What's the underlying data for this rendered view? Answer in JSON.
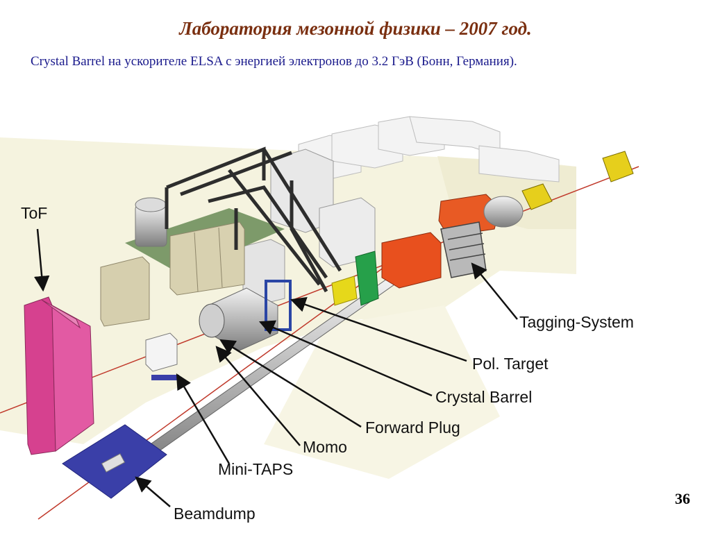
{
  "slide": {
    "title": "Лаборатория мезонной физики – 2007 год.",
    "subtitle": "Crystal Barrel на ускорителе  ELSA   с  энергией электронов до  3.2 ГэВ  (Бонн, Германия).",
    "page_number": "36"
  },
  "diagram": {
    "labels": {
      "tof": "ToF",
      "tagging": "Tagging-System",
      "pol_target": "Pol. Target",
      "crystal_barrel": "Crystal Barrel",
      "forward_plug": "Forward Plug",
      "momo": "Momo",
      "mini_taps": "Mini-TAPS",
      "beamdump": "Beamdump"
    },
    "colors": {
      "beamline": "#c0392b",
      "floor": "#f4f1d8",
      "tof": "#d6418f",
      "beamdump": "#3a3fa8",
      "magnet": "#e8501e",
      "quadrupole": "#e6cf1c",
      "frame": "#2d2d2d",
      "cabinet": "#d6cfae",
      "rack": "#ececec"
    }
  }
}
